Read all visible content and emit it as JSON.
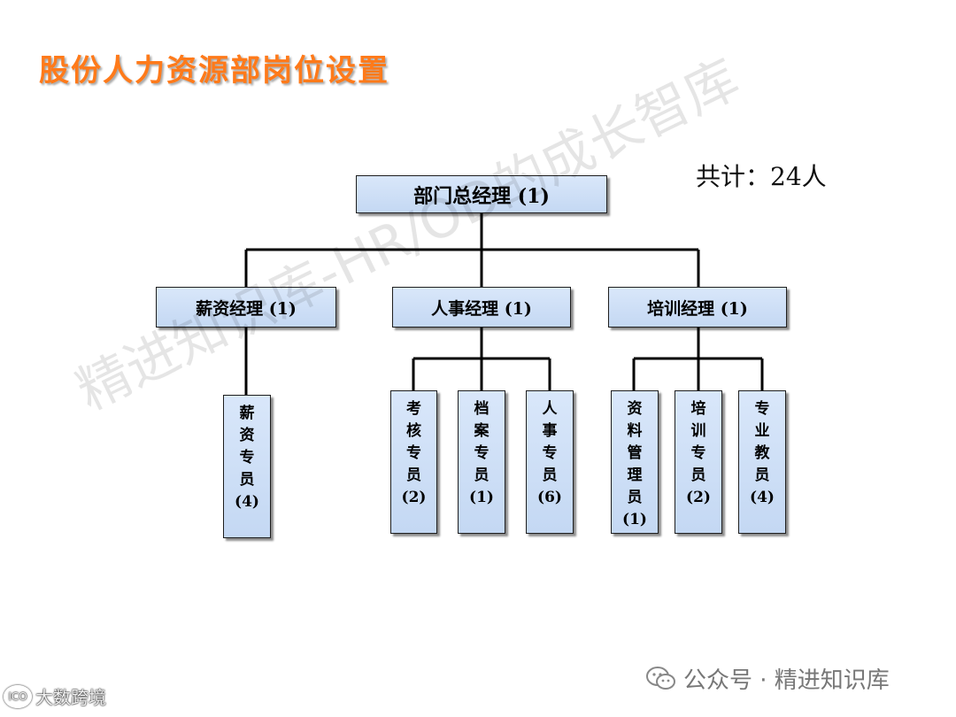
{
  "title": "股份人力资源部岗位设置",
  "total": "共计：24人",
  "nodes": {
    "head": "部门总经理 (1)",
    "salary_mgr": "薪资经理 (1)",
    "personnel_mgr": "人事经理 (1)",
    "training_mgr": "培训经理 (1)",
    "salary_spec": [
      "薪",
      "资",
      "专",
      "员",
      "(4)"
    ],
    "assess_spec": [
      "考",
      "核",
      "专",
      "员",
      "(2)"
    ],
    "archive_spec": [
      "档",
      "案",
      "专",
      "员",
      "(1)"
    ],
    "hr_spec": [
      "人",
      "事",
      "专",
      "员",
      "(6)"
    ],
    "data_admin": [
      "资",
      "料",
      "管",
      "理",
      "员",
      "(1)"
    ],
    "training_spec": [
      "培",
      "训",
      "专",
      "员",
      "(2)"
    ],
    "pro_teacher": [
      "专",
      "业",
      "教",
      "员",
      "(4)"
    ]
  },
  "watermark": "精进知识库-HR/OD的成长智库",
  "footer": {
    "brand": "公众号 · 精进知识库",
    "corner": "大数跨境",
    "corner_icon": "ICO"
  },
  "colors": {
    "title": "#ff7a1a",
    "box_fill": "#c4d8f3",
    "line": "#000000"
  }
}
